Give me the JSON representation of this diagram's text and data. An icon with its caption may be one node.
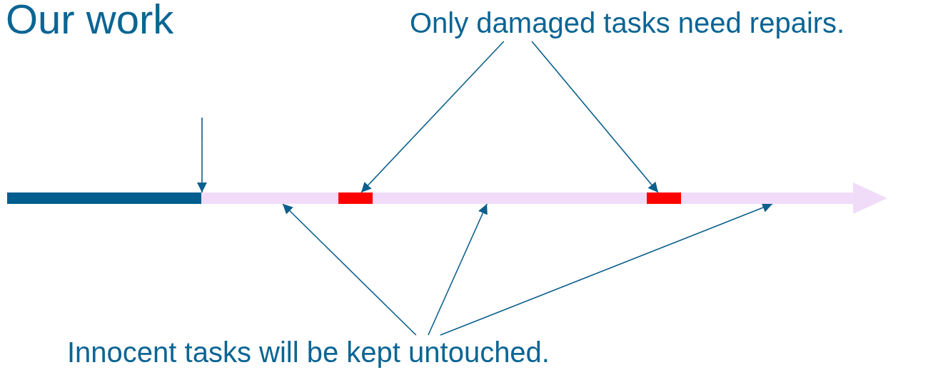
{
  "diagram": {
    "title": "Our work",
    "nodes": [
      {
        "text": [
          "Only damaged tasks need repairs."
        ]
      },
      {
        "text": [
          "Innocent tasks will be kept untouched."
        ]
      },
      {
        "text": [],
        "shape": "bar"
      },
      {
        "text": [],
        "shape": "bar"
      },
      {
        "text": [],
        "shape": "bar"
      },
      {
        "text": [],
        "shape": "bar"
      },
      {
        "text": [],
        "shape": "bar"
      },
      {
        "text": [],
        "shape": "arrow"
      }
    ],
    "edges": [
      {
        "from": null,
        "to": 3,
        "arrow": "to"
      },
      {
        "from": 0,
        "to": 4,
        "arrow": "to"
      },
      {
        "from": 0,
        "to": 6,
        "arrow": "to"
      },
      {
        "from": 1,
        "to": 3,
        "arrow": "to"
      },
      {
        "from": 1,
        "to": 5,
        "arrow": "to"
      },
      {
        "from": 1,
        "to": 7,
        "arrow": "to"
      }
    ]
  }
}
